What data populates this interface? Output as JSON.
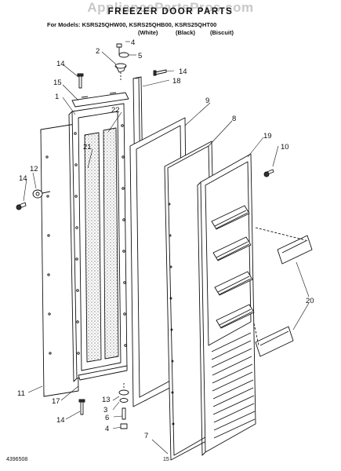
{
  "watermark": "AppliancePartsPros.com",
  "header": {
    "title": "FREEZER DOOR PARTS",
    "models_line": "For Models: KSRS25QHW00, KSRS25QHB00, KSRS25QHT00",
    "colors": [
      "(White)",
      "(Black)",
      "(Biscuit)"
    ]
  },
  "callouts": {
    "c4_top": "4",
    "c2": "2",
    "c5": "5",
    "c14_left": "14",
    "c14_top": "14",
    "c18": "18",
    "c15_top": "15",
    "c1": "1",
    "c9": "9",
    "c22": "22",
    "c8": "8",
    "c21": "21",
    "c19": "19",
    "c10": "10",
    "c12": "12",
    "c14_mid": "14",
    "c20": "20",
    "c11": "11",
    "c17": "17",
    "c13": "13",
    "c3": "3",
    "c14_bottom": "14",
    "c6": "6",
    "c4_bottom": "4",
    "c7": "7"
  },
  "footer": {
    "doc_number": "4396508",
    "page": "15"
  }
}
